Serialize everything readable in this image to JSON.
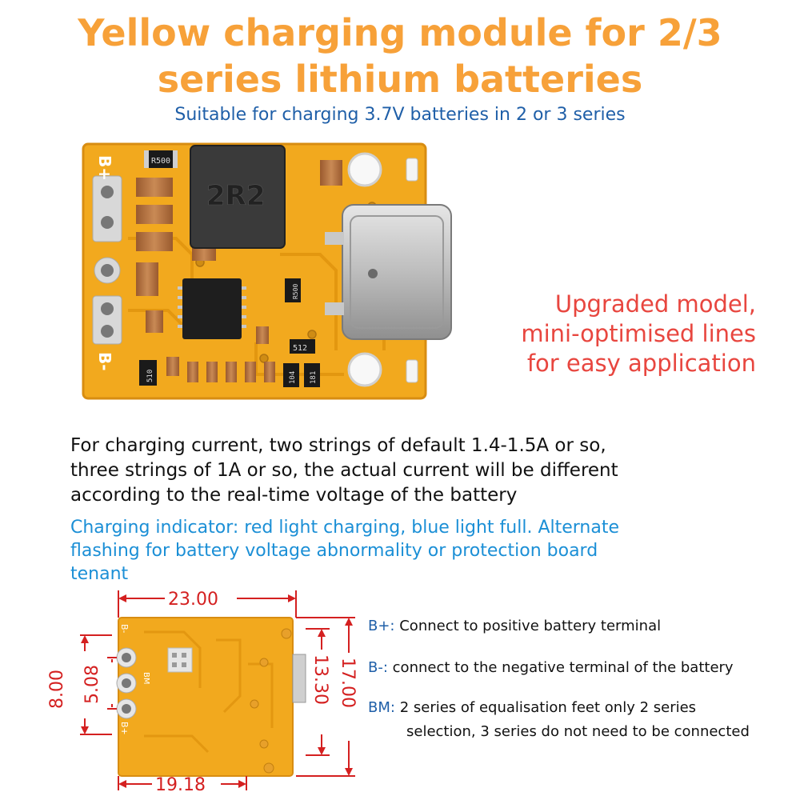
{
  "title": {
    "line1": "Yellow charging module for 2/3",
    "line2": "series lithium batteries"
  },
  "subtitle": "Suitable for charging 3.7V batteries in 2 or 3 series",
  "board": {
    "inductor_label": "2R2",
    "pad_bplus": "B+",
    "pad_bminus": "B-",
    "r1": "R500",
    "r2": "R500",
    "r3": "512",
    "r4": "510",
    "r5": "104",
    "r6": "181"
  },
  "upgrade": {
    "line1": "Upgraded model,",
    "line2": "mini-optimised lines",
    "line3": "for easy application"
  },
  "description": {
    "line1": "For charging current, two strings of default 1.4-1.5A or so,",
    "line2": "three strings of 1A or so, the actual current will be different",
    "line3": "according to the real-time voltage of the battery"
  },
  "indicator": {
    "line1": "Charging indicator: red light charging, blue light full. Alternate",
    "line2": "flashing for battery voltage abnormality or protection board",
    "line3": "tenant"
  },
  "dimensions": {
    "top": "23.00",
    "bottom": "19.18",
    "left_outer": "8.00",
    "left_inner": "5.08",
    "right_inner": "13.30",
    "right_outer": "17.00",
    "pad_bminus": "B-",
    "pad_bm": "BM",
    "pad_bplus": "B+"
  },
  "pins": {
    "bplus_key": "B+:",
    "bplus_text": "Connect to positive battery terminal",
    "bminus_key": "B-:",
    "bminus_text": "connect to the negative terminal of the battery",
    "bm_key": "BM:",
    "bm_text": "2 series of equalisation feet only 2 series",
    "bm_text2": "selection, 3 series do not need to be connected"
  },
  "colors": {
    "title": "#f7a139",
    "subtitle": "#1f5fa8",
    "upgrade": "#e8463f",
    "indicator": "#1b8fd6",
    "pcb": "#f2a91e",
    "dimension": "#d42020"
  }
}
